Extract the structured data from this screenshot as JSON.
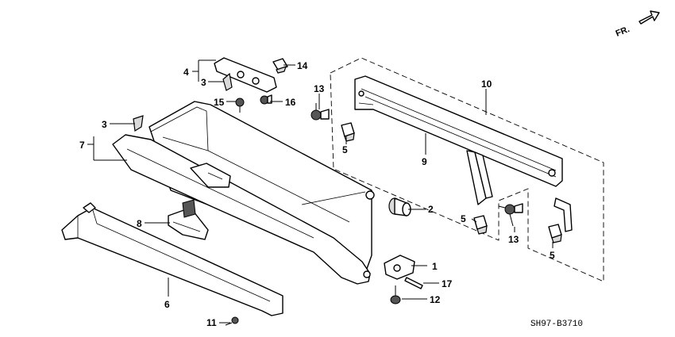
{
  "direction_label": "FR.",
  "diagram_code": "SH97-B3710",
  "callouts": {
    "c1": "1",
    "c2": "2",
    "c3a": "3",
    "c3b": "3",
    "c4": "4",
    "c5a": "5",
    "c5b": "5",
    "c5c": "5",
    "c6": "6",
    "c7": "7",
    "c8": "8",
    "c9": "9",
    "c10": "10",
    "c11": "11",
    "c12": "12",
    "c13a": "13",
    "c13b": "13",
    "c14": "14",
    "c15": "15",
    "c16": "16",
    "c17": "17"
  }
}
